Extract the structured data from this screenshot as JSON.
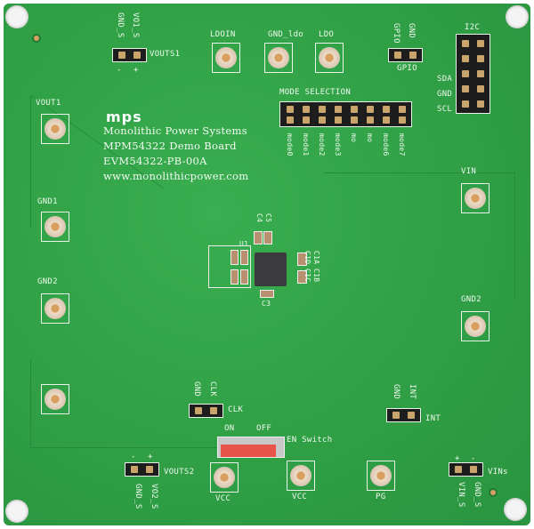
{
  "brand": {
    "logo": "mps",
    "lines": [
      "Monolithic Power Systems",
      "MPM54322 Demo Board",
      "EVM54322-PB-00A",
      "www.monolithicpower.com"
    ]
  },
  "headers": {
    "vouts1": {
      "label": "VOUTS1",
      "pins": [
        "GND_S",
        "VO1_S"
      ],
      "signs": [
        "-",
        "+"
      ]
    },
    "gpio": {
      "label": "GPIO",
      "pins": [
        "GPIO",
        "GND"
      ]
    },
    "i2c": {
      "label": "I2C",
      "rows": [
        "SDA",
        "GND",
        "SCL"
      ]
    },
    "mode": {
      "label": "MODE SELECTION",
      "modes": [
        "mode0",
        "mode1",
        "mode2",
        "mode3",
        "mo",
        "mo",
        "mode6",
        "mode7"
      ]
    },
    "clk": {
      "label": "CLK",
      "pins": [
        "GND",
        "CLK"
      ]
    },
    "int": {
      "label": "INT",
      "pins": [
        "GND",
        "INT"
      ]
    },
    "vouts2": {
      "label": "VOUTS2",
      "pins": [
        "GND_S",
        "VO2_S"
      ],
      "signs": [
        "-",
        "+"
      ]
    },
    "vins": {
      "label": "VINs",
      "pins": [
        "VIN_S",
        "GND_S"
      ],
      "signs": [
        "+",
        "-"
      ]
    }
  },
  "testpoints": {
    "ldoin": "LDOIN",
    "gnd_ldo": "GND_ldo",
    "ldo": "LDO",
    "vout1": "VOUT1",
    "gnd1": "GND1",
    "gnd2_left": "GND2",
    "vin": "VIN",
    "gnd2_right": "GND2",
    "vcc1": "VCC",
    "vcc2": "VCC",
    "pg": "PG"
  },
  "switch": {
    "label": "EN Switch",
    "on": "ON",
    "off": "OFF"
  },
  "components": {
    "u1": "U1",
    "c3": "C3",
    "c4": "C4",
    "c5": "C5",
    "c1a": "C1A",
    "c1b": "C1B",
    "c1c": "C1C",
    "c1d": "C1D"
  },
  "colors": {
    "board": "#2f9e44",
    "silkscreen": "#eef8ee",
    "switch": "#e8534a"
  }
}
